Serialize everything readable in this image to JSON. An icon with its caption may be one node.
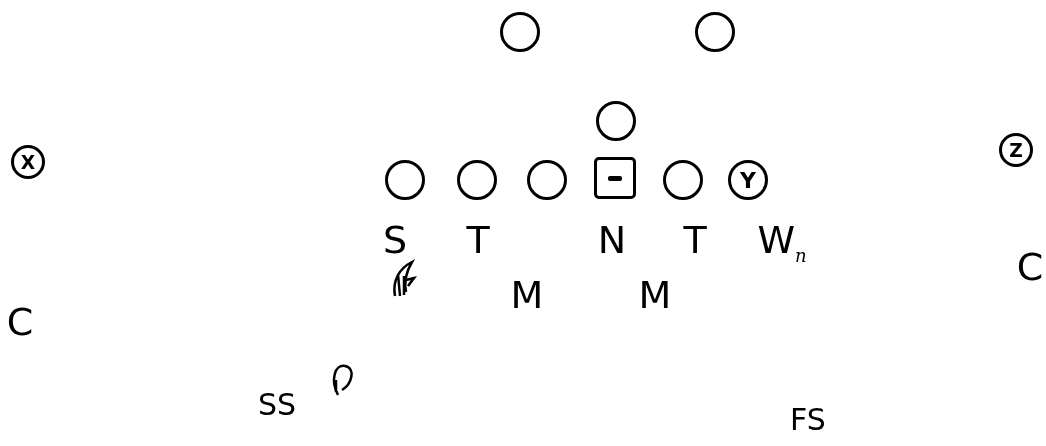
{
  "diagram": {
    "nodes": [
      {
        "text": [],
        "shape": "circle"
      },
      {
        "text": [],
        "shape": "circle"
      },
      {
        "text": [],
        "shape": "circle"
      },
      {
        "text": [
          "Z"
        ]
      },
      {
        "text": [
          "X"
        ]
      },
      {
        "text": [],
        "shape": "circle"
      },
      {
        "text": [],
        "shape": "circle"
      },
      {
        "text": [],
        "shape": "circle"
      },
      {
        "text": [],
        "shape": "box"
      },
      {
        "text": [],
        "shape": "circle"
      },
      {
        "text": [
          "Y"
        ]
      }
    ],
    "labels": [
      "S",
      "T",
      "N",
      "T",
      "W$_{n}$",
      "C",
      "M",
      "M",
      "C",
      "SS",
      "FS"
    ]
  }
}
